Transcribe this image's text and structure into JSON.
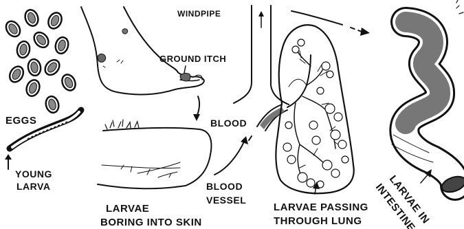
{
  "labels": {
    "eggs": "EGGS",
    "young_larva_line1": "YOUNG",
    "young_larva_line2": "LARVA",
    "ground_itch": "GROUND ITCH",
    "larvae_boring_line1": "LARVAE",
    "larvae_boring_line2": "BORING INTO SKIN",
    "windpipe": "WINDPIPE",
    "blood": "BLOOD",
    "blood_vessel_line1": "BLOOD",
    "blood_vessel_line2": "VESSEL",
    "lung_line1": "LARVAE PASSING",
    "lung_line2": "THROUGH LUNG",
    "intestine_line1": "LARVAE IN",
    "intestine_line2": "INTESTINE"
  },
  "colors": {
    "ink": "#111111",
    "paper": "#ffffff"
  }
}
